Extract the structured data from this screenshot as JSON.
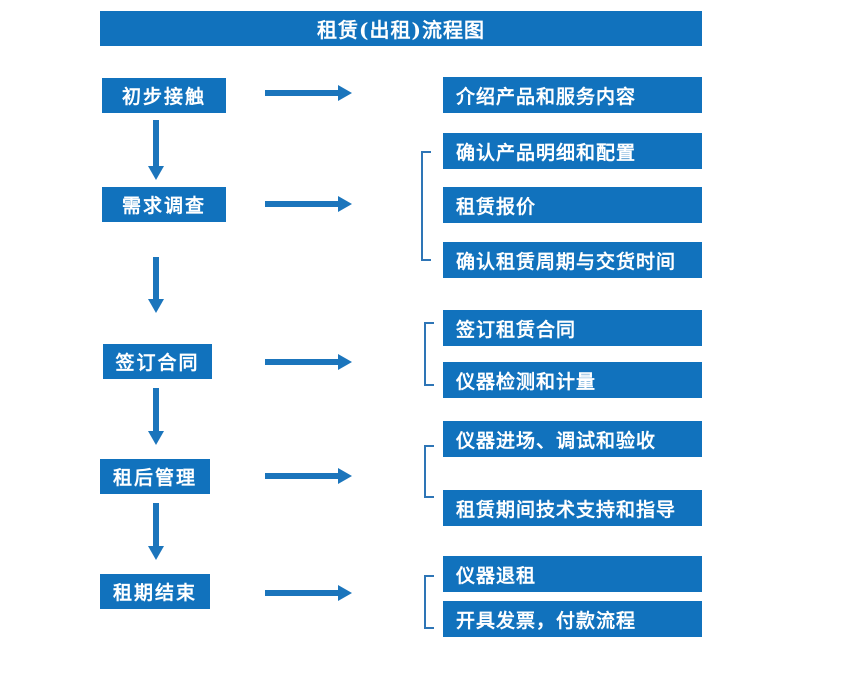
{
  "title": "租赁(出租)流程图",
  "colors": {
    "box_blue": "#1172BD",
    "arrow_blue": "#1B75BC",
    "bracket_blue": "#2E75B6",
    "text_white": "#FFFFFF"
  },
  "flow": {
    "steps": [
      {
        "label": "初步接触",
        "details": [
          "介绍产品和服务内容"
        ]
      },
      {
        "label": "需求调查",
        "details": [
          "确认产品明细和配置",
          "租赁报价",
          "确认租赁周期与交货时间"
        ]
      },
      {
        "label": "签订合同",
        "details": [
          "签订租赁合同",
          "仪器检测和计量"
        ]
      },
      {
        "label": "租后管理",
        "details": [
          "仪器进场、调试和验收",
          "租赁期间技术支持和指导"
        ]
      },
      {
        "label": "租期结束",
        "details": [
          "仪器退租",
          "开具发票，付款流程"
        ]
      }
    ]
  }
}
